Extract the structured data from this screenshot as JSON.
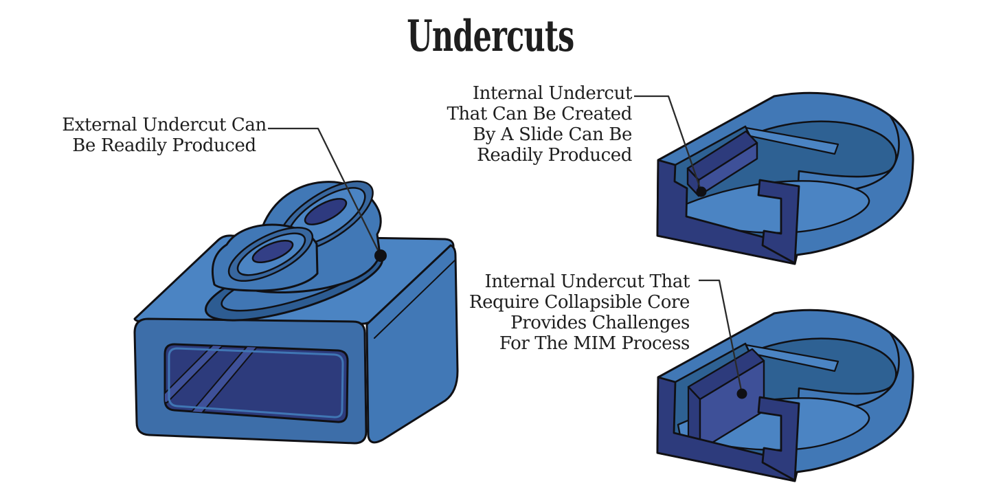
{
  "title": "Undercuts",
  "labels": {
    "external": {
      "lines": [
        "External Undercut Can",
        "Be Readily Produced"
      ]
    },
    "internal_slide": {
      "lines": [
        "Internal Undercut",
        "That Can Be Created",
        "By A Slide Can Be",
        "Readily Produced"
      ]
    },
    "internal_collapsible": {
      "lines": [
        "Internal Undercut That",
        "Require Collapsible Core",
        "Provides Challenges",
        "For The MIM Process"
      ]
    }
  },
  "colors": {
    "bg": "#ffffff",
    "text": "#1e1e1e",
    "outline": "#101014",
    "leader": "#2a2a2a",
    "blue-top": "#4b84c3",
    "blue-mid": "#4178b6",
    "blue-front": "#3d6ea9",
    "teal": "#2e6193",
    "navy": "#2d3b7c",
    "navy-light": "#3e5098",
    "chamfer": "#38679f",
    "groove": "#2d5c92",
    "pad": "#4076b4",
    "hole": "#2e3a7f",
    "hole2": "#333f86"
  }
}
